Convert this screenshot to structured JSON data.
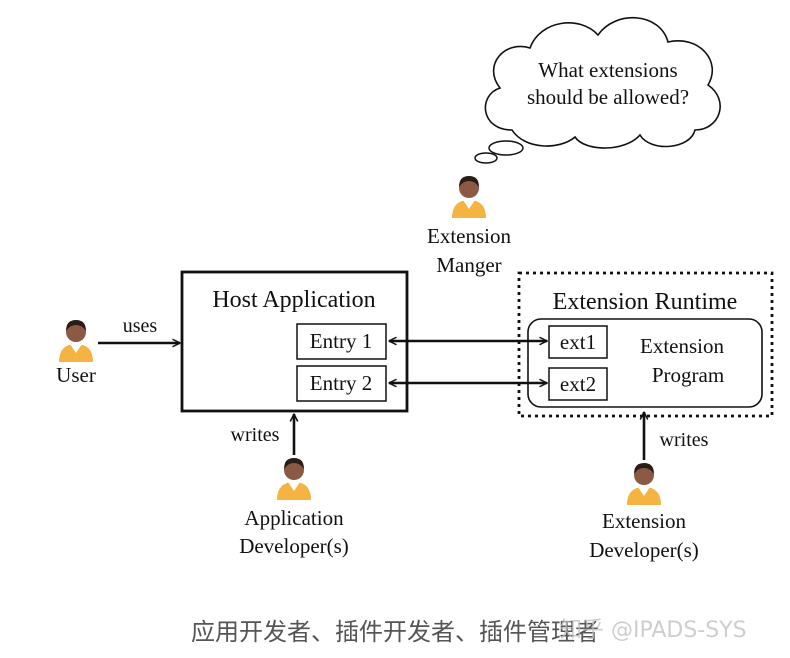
{
  "thought_bubble": {
    "line1": "What extensions",
    "line2": "should be allowed?"
  },
  "extension_manager": {
    "line1": "Extension",
    "line2": "Manger"
  },
  "user": {
    "label": "User",
    "edge_label": "uses"
  },
  "host_application": {
    "title": "Host Application",
    "entries": [
      "Entry 1",
      "Entry 2"
    ]
  },
  "extension_runtime": {
    "title": "Extension Runtime",
    "program_line1": "Extension",
    "program_line2": "Program",
    "exts": [
      "ext1",
      "ext2"
    ]
  },
  "application_developers": {
    "line1": "Application",
    "line2": "Developer(s)",
    "edge_label": "writes"
  },
  "extension_developers": {
    "line1": "Extension",
    "line2": "Developer(s)",
    "edge_label": "writes"
  },
  "caption": "应用开发者、插件开发者、插件管理者",
  "watermark": "知乎 @IPADS-SYS",
  "colors": {
    "skin": "#8a5a44",
    "hair": "#2b1d16",
    "shirt": "#f5b342",
    "collar": "#ffffff"
  }
}
